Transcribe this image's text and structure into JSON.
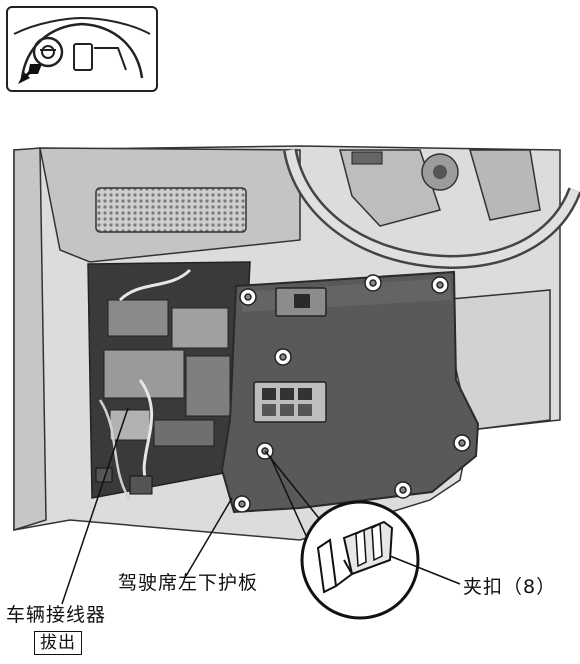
{
  "labels": {
    "lower_panel": "驾驶席左下护板",
    "clip": "夹扣（8）",
    "vehicle_connector": "车辆接线器",
    "disconnect": "拔出"
  },
  "icons": {
    "locator": "dashboard-locator-icon"
  },
  "colors": {
    "panel_fill": "#595959",
    "panel_dark": "#3c3c3c",
    "line_art": "#1a1a1a",
    "dash_fill": "#d8d8d8"
  }
}
